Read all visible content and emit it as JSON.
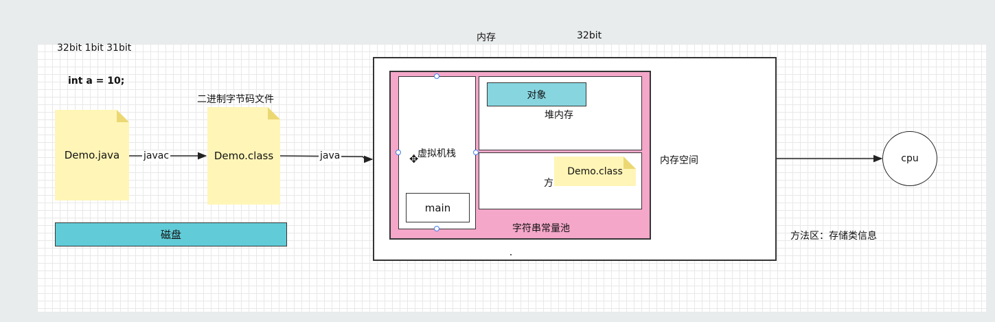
{
  "top_labels": {
    "memory": "内存",
    "bits": "32bit"
  },
  "bit_layout": "32bit 1bit 31bit",
  "code": "int a = 10;",
  "bytecode_caption": "二进制字节码文件",
  "source_file": "Demo.java",
  "compile_edge": "javac",
  "class_file": "Demo.class",
  "run_edge": "java",
  "disk": "磁盘",
  "jvm": {
    "stack": "虚拟机栈",
    "main_frame": "main",
    "object": "对象",
    "heap": "堆内存",
    "method_area_fragment": "方",
    "class_note": "Demo.class",
    "string_pool": "字符串常量池"
  },
  "memory_space": "内存空间",
  "method_area_note": "方法区：存储类信息",
  "cpu": "cpu",
  "colors": {
    "note": "#fff5b7",
    "disk": "#61ccd8",
    "object": "#87d5df",
    "pool": "#f4a7c9",
    "handle": "#3f7ee8"
  },
  "icons": [
    "move-cursor-icon"
  ]
}
